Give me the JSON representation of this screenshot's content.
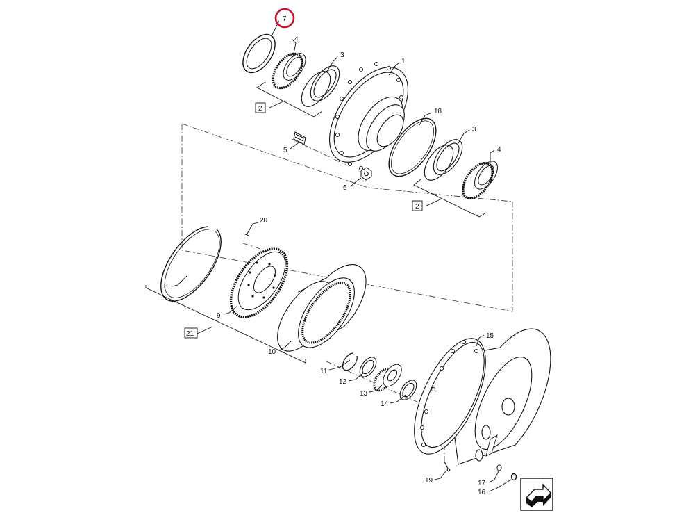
{
  "highlight_color": "#c8102e",
  "labels": {
    "p1": "1",
    "p2a": "2",
    "p2b": "2",
    "p3a": "3",
    "p3b": "3",
    "p4a": "4",
    "p4b": "4",
    "p5": "5",
    "p6": "6",
    "p7": "7",
    "p8": "8",
    "p9": "9",
    "p10": "10",
    "p11": "11",
    "p12": "12",
    "p13": "13",
    "p14": "14",
    "p15": "15",
    "p16": "16",
    "p17": "17",
    "p18": "18",
    "p19": "19",
    "p20": "20",
    "p21": "21"
  },
  "nav_icon": "next-page-arrow-icon"
}
